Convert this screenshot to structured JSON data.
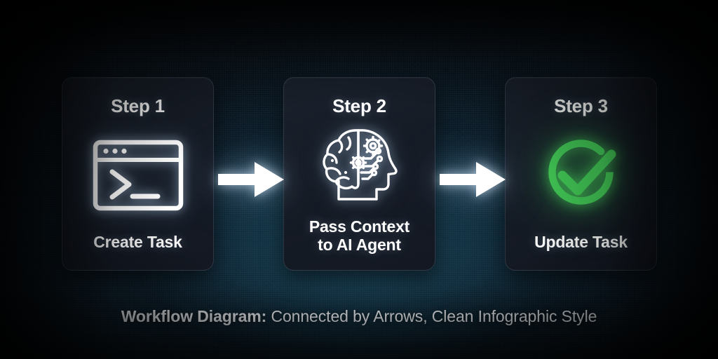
{
  "background": {
    "base_color": "#0a1620",
    "accent_color": "#123041",
    "edge_color": "#05090d"
  },
  "theme": {
    "card_fill": "#161c26",
    "card_border": "#96acc3",
    "text_color": "#ffffff",
    "arrow_color": "#ffffff",
    "success_color": "#3fbf52"
  },
  "cards": [
    {
      "step_title": "Step 1",
      "icon": "terminal-window-icon",
      "icon_color": "#ffffff",
      "label_line_1": "Create Task",
      "label_line_2": ""
    },
    {
      "step_title": "Step 2",
      "icon": "ai-brain-head-icon",
      "icon_color": "#ffffff",
      "label_line_1": "Pass Context",
      "label_line_2": "to AI Agent"
    },
    {
      "step_title": "Step 3",
      "icon": "check-circle-icon",
      "icon_color": "#3fbf52",
      "label_line_1": "Update Task",
      "label_line_2": ""
    }
  ],
  "arrows": [
    {
      "name": "arrow-step1-to-step2",
      "direction": "right",
      "color": "#ffffff"
    },
    {
      "name": "arrow-step2-to-step3",
      "direction": "right",
      "color": "#ffffff"
    }
  ],
  "caption": {
    "bold_part": "Workflow Diagram:",
    "regular_part": " Connected by Arrows, Clean Infographic Style"
  }
}
